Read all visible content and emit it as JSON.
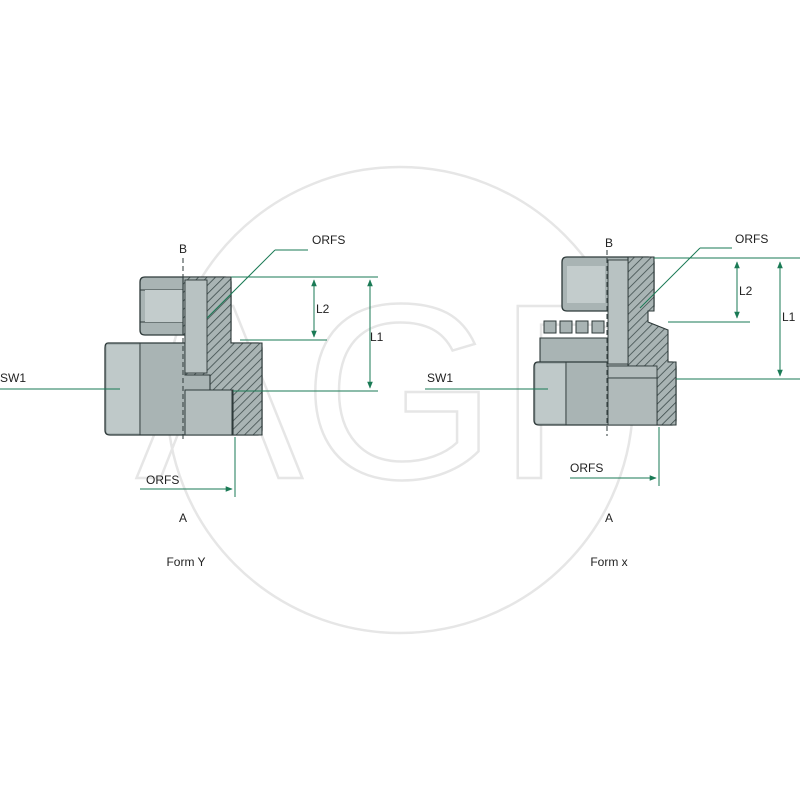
{
  "colors": {
    "metal": "#a9b4b4",
    "metal_light": "#c3cccc",
    "metal_dark": "#8f9c9c",
    "outline": "#2e3a3a",
    "hatch": "#4b5a5a",
    "dimension": "#1a7a55",
    "watermark": "#e6e6e6"
  },
  "watermark": {
    "text": "AGP"
  },
  "figures": {
    "form_y": {
      "caption": "Form Y",
      "label_b": "B",
      "label_a": "A",
      "label_orfs_top": "ORFS",
      "label_orfs_bottom": "ORFS",
      "label_sw1": "SW1",
      "label_l1": "L1",
      "label_l2": "L2"
    },
    "form_x": {
      "caption": "Form x",
      "label_b": "B",
      "label_a": "A",
      "label_orfs_top": "ORFS",
      "label_orfs_bottom": "ORFS",
      "label_sw1": "SW1",
      "label_l1": "L1",
      "label_l2": "L2"
    }
  }
}
